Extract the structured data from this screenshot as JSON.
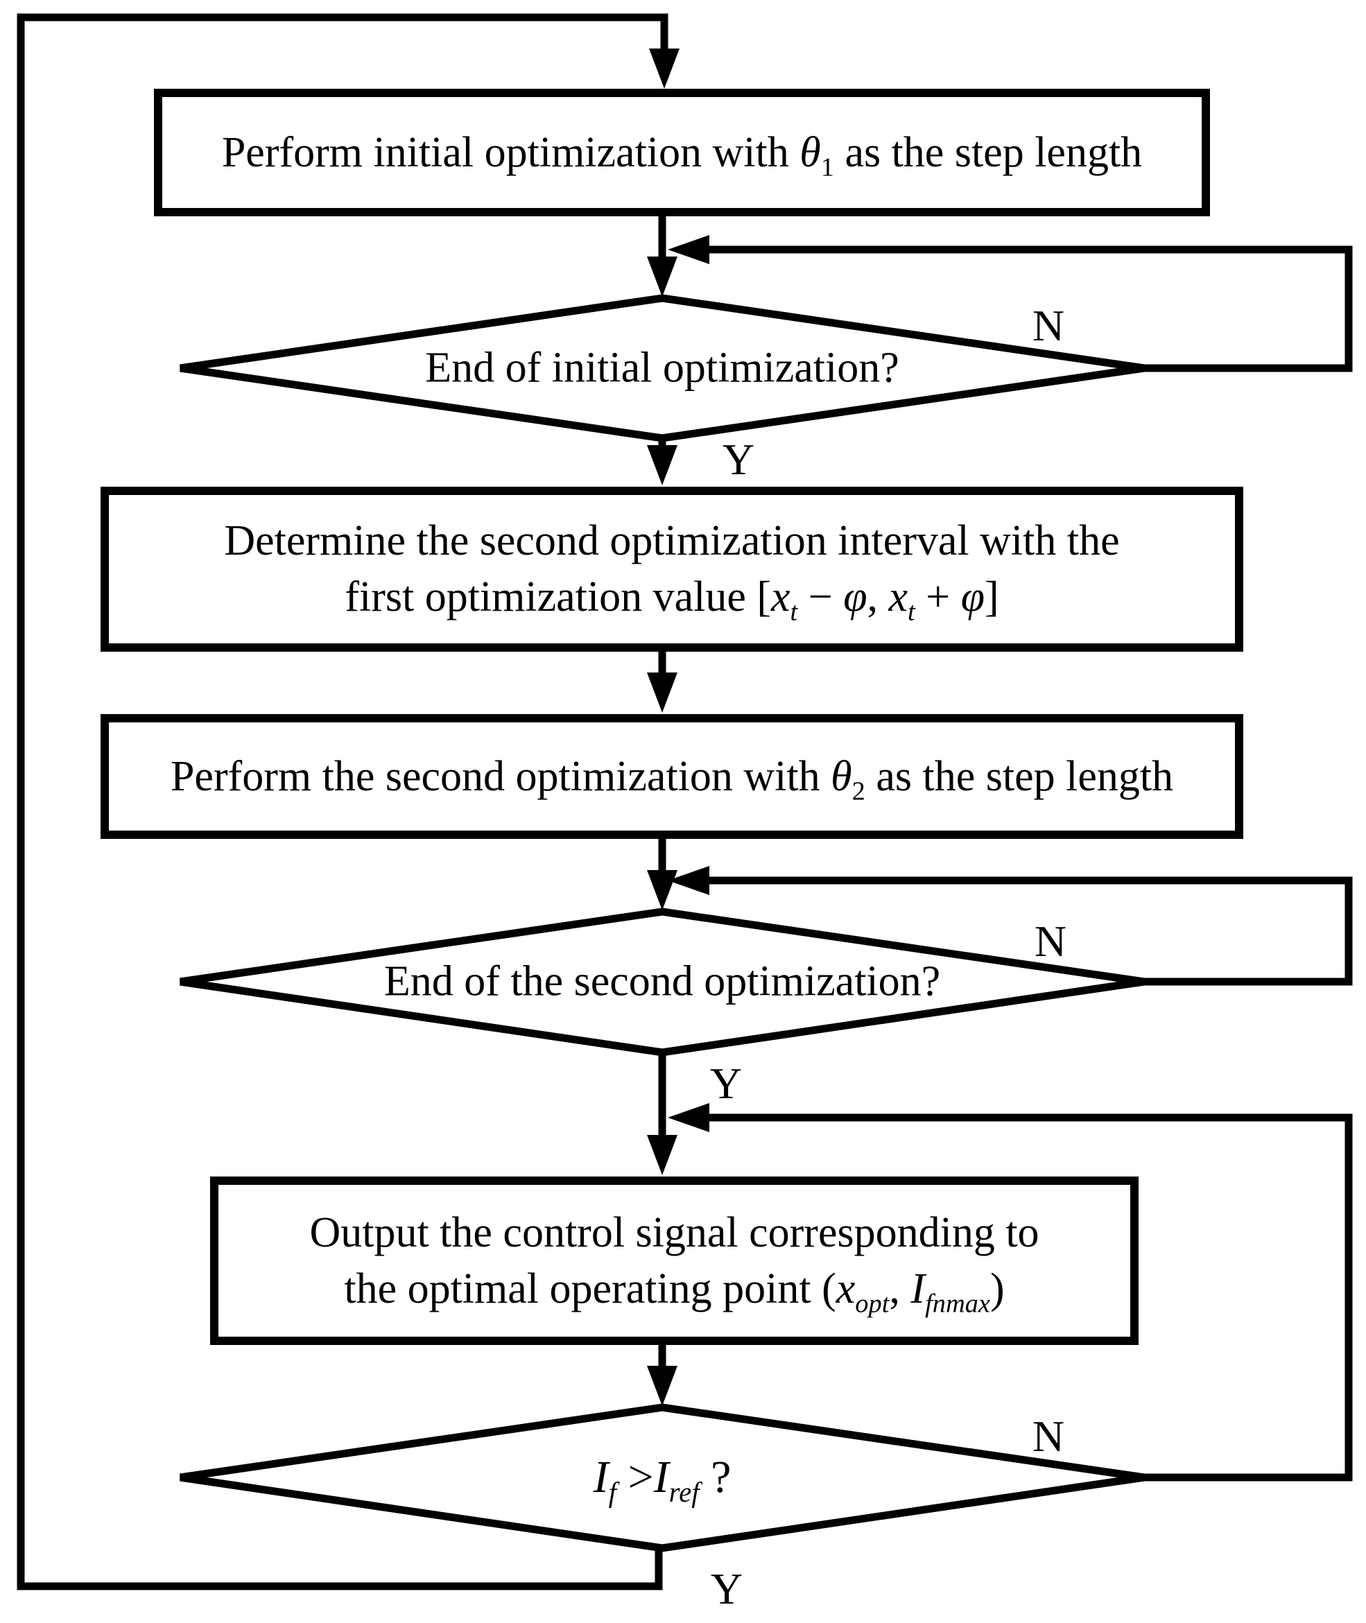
{
  "flowchart": {
    "boxes": [
      {
        "id": "box1",
        "label_html": "Perform initial optimization with <i>θ</i><sub>1</sub> as the step length"
      },
      {
        "id": "box2",
        "label_html": "Determine the second optimization interval with the<br>first optimization value [<i>x</i><sub><i>t</i></sub> − <i>φ</i>, <i>x</i><sub><i>t</i></sub> + <i>φ</i>]"
      },
      {
        "id": "box3",
        "label_html": "Perform the second optimization with <i>θ</i><sub>2</sub> as the step length"
      },
      {
        "id": "box4",
        "label_html": "Output the control signal corresponding to<br>the optimal operating point (<i>x</i><sub><i>opt</i></sub>, <i>I</i><sub><i>fnmax</i></sub>)"
      }
    ],
    "decisions": [
      {
        "id": "decision1",
        "label_html": "End of initial optimization?"
      },
      {
        "id": "decision2",
        "label_html": "End of the second optimization?"
      },
      {
        "id": "decision3",
        "label_html": "<i>I</i><sub><i>f</i></sub> &gt;<i>I</i><sub><i>ref</i></sub> ?"
      }
    ],
    "branch_labels": {
      "yes": "Y",
      "no": "N"
    },
    "colors": {
      "line": "#000000",
      "background": "#ffffff"
    }
  }
}
